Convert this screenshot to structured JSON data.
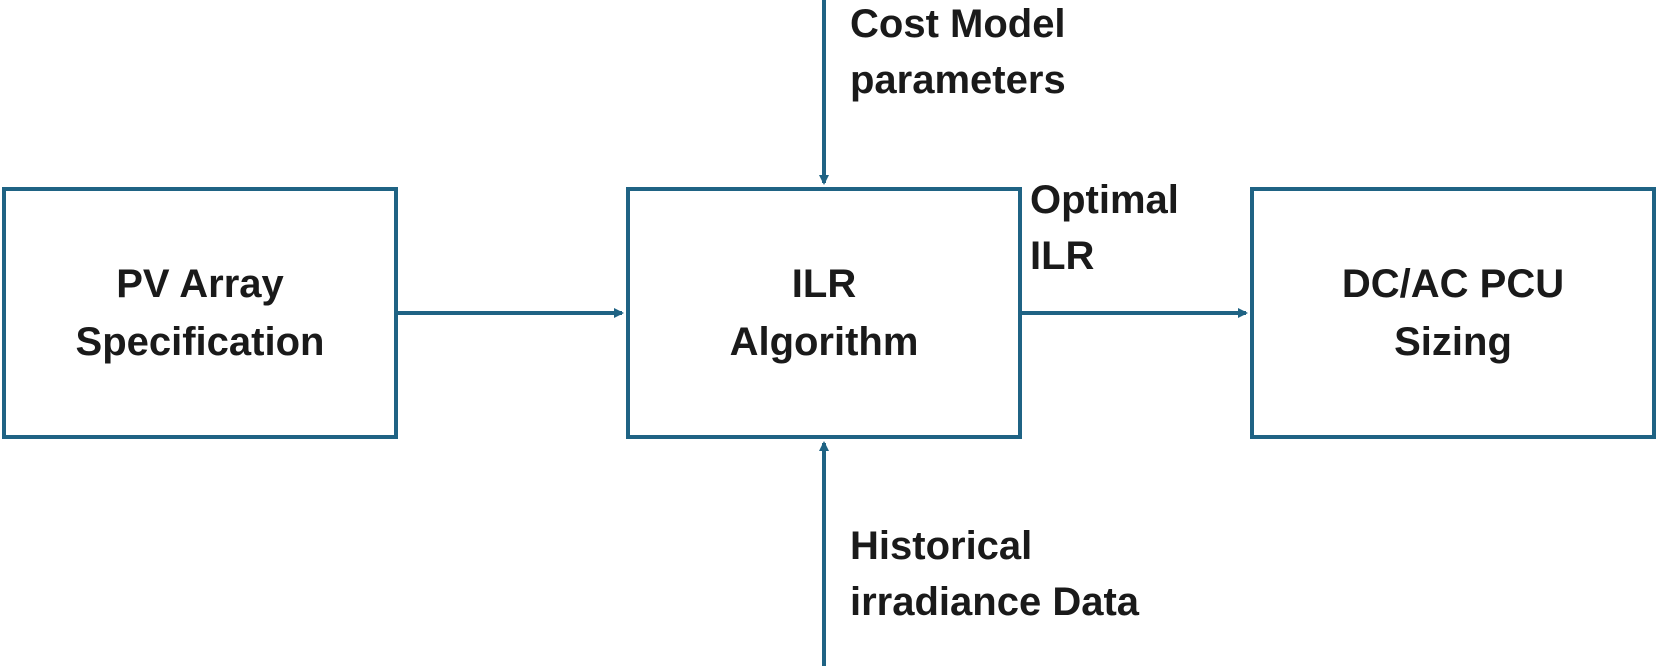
{
  "colors": {
    "stroke": "#1f6384",
    "text": "#1a1a1a",
    "background": "#ffffff"
  },
  "blocks": {
    "pv_array": {
      "line1": "PV Array",
      "line2": "Specification"
    },
    "ilr_algorithm": {
      "line1": "ILR",
      "line2": "Algorithm"
    },
    "dc_ac_pcu": {
      "line1": "DC/AC PCU",
      "line2": "Sizing"
    }
  },
  "inputs": {
    "cost_model": {
      "line1": "Cost Model",
      "line2": "parameters"
    },
    "historical": {
      "line1": "Historical",
      "line2": "irradiance Data"
    }
  },
  "outputs": {
    "optimal_ilr": {
      "line1": "Optimal",
      "line2": "ILR"
    }
  }
}
